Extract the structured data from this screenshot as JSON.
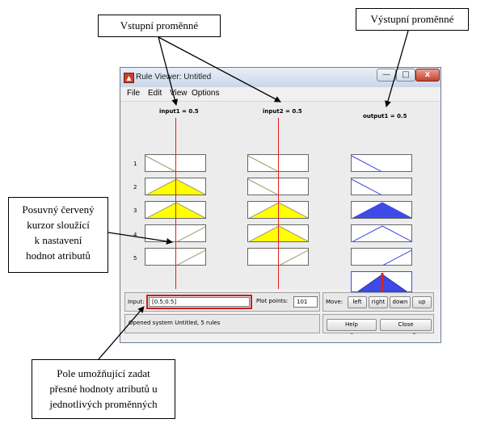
{
  "annotations": {
    "inputs_label": "Vstupní proměnné",
    "outputs_label": "Výstupní proměnné",
    "cursor_label": [
      "Posuvný červený",
      "kurzor sloužící",
      "k nastavení",
      "hodnot atributů"
    ],
    "field_label": [
      "Pole umožňující zadat",
      "přesné hodnoty atributů u",
      "jednotlivých proměnných"
    ]
  },
  "window": {
    "title": "Rule Viewer: Untitled",
    "controls": {
      "minimize": "—",
      "maximize": "□",
      "close": "x"
    }
  },
  "menu": [
    "File",
    "Edit",
    "View",
    "Options"
  ],
  "viewer": {
    "inputs": [
      {
        "label": "input1 = 0.5",
        "axis_min": "0",
        "axis_max": "1",
        "value": 0.5
      },
      {
        "label": "input2 = 0.5",
        "axis_min": "0",
        "axis_max": "1",
        "value": 0.5
      }
    ],
    "output": {
      "label": "output1 = 0.5",
      "axis_min": "0",
      "axis_max": "1",
      "value": 0.5
    },
    "rule_numbers": [
      "1",
      "2",
      "3",
      "4",
      "5"
    ],
    "rule_fills": [
      {
        "in1": "low",
        "in2": "low",
        "out": "low"
      },
      {
        "in1": "mid-filled",
        "in2": "low",
        "out": "low"
      },
      {
        "in1": "mid-filled",
        "in2": "mid-filled",
        "out": "mid-filled"
      },
      {
        "in1": "high",
        "in2": "mid-filled",
        "out": "mid"
      },
      {
        "in1": "high",
        "in2": "high",
        "out": "high"
      }
    ],
    "colors": {
      "input_fill": "#ffff00",
      "output_fill": "#3e4ae8",
      "cursor": "#e0201c"
    }
  },
  "controls": {
    "input_label": "Input:",
    "input_value": "[0.5;0.5]",
    "plot_points_label": "Plot points:",
    "plot_points_value": "101",
    "move_label": "Move:",
    "move_buttons": [
      "left",
      "right",
      "down",
      "up"
    ],
    "help_label": "Help",
    "close_label": "Close",
    "status": "Opened system Untitled, 5 rules"
  }
}
